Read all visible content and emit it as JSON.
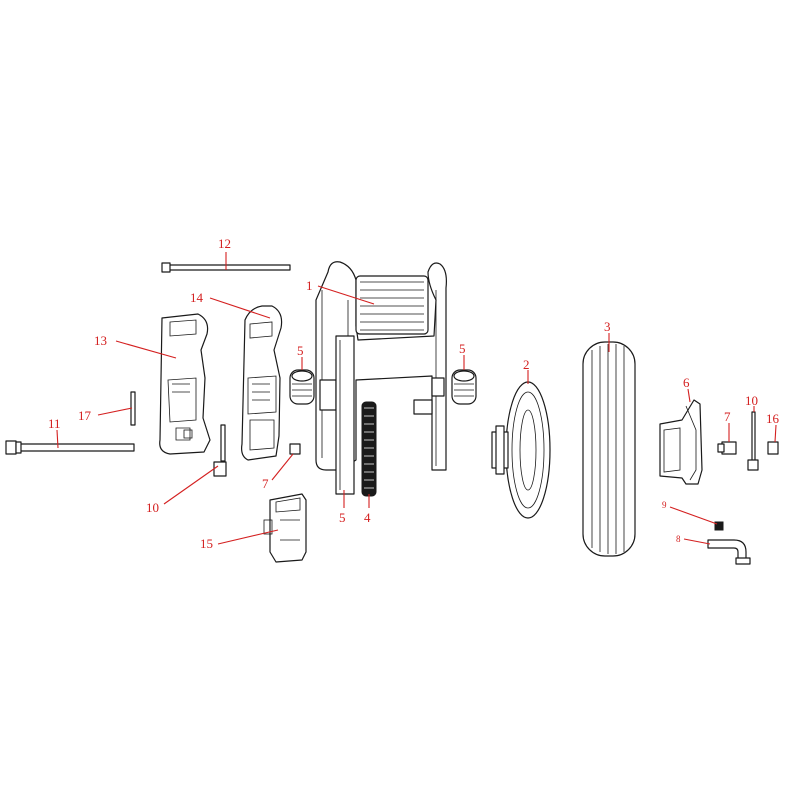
{
  "colors": {
    "background": "#ffffff",
    "line_art": "#1a1a1a",
    "callout": "#d42020"
  },
  "callouts": {
    "c1": "1",
    "c2": "2",
    "c3": "3",
    "c4": "4",
    "c5a": "5",
    "c5b": "5",
    "c5c": "5",
    "c6": "6",
    "c7a": "7",
    "c7b": "7",
    "c8": "8",
    "c9": "9",
    "c10a": "10",
    "c10b": "10",
    "c11": "11",
    "c12": "12",
    "c13": "13",
    "c14": "14",
    "c15": "15",
    "c16": "16",
    "c17": "17"
  }
}
